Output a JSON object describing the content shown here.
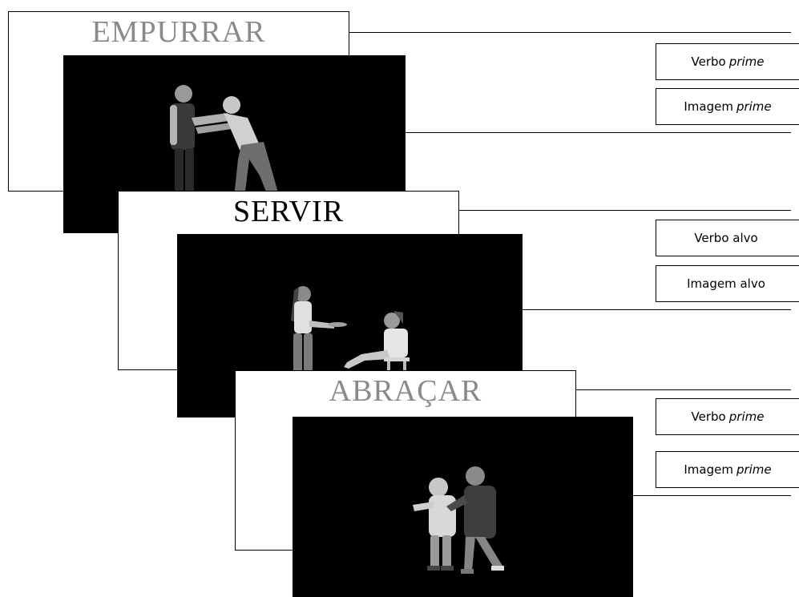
{
  "caption": "",
  "colors": {
    "prime_word": "#8a8a8a",
    "target_word": "#000000",
    "photo_background": "#000000",
    "border": "#000000"
  },
  "slides": [
    {
      "word": "EMPURRAR",
      "role": "prime",
      "photo_icon": "people-pushing-photo",
      "labels": [
        {
          "main": "Verbo",
          "emphasis": "prime"
        },
        {
          "main": "Imagem",
          "emphasis": "prime"
        }
      ]
    },
    {
      "word": "SERVIR",
      "role": "target",
      "photo_icon": "people-serving-photo",
      "labels": [
        {
          "main": "Verbo alvo",
          "emphasis": ""
        },
        {
          "main": "Imagem alvo",
          "emphasis": ""
        }
      ]
    },
    {
      "word": "ABRAÇAR",
      "role": "prime",
      "photo_icon": "people-hugging-photo",
      "labels": [
        {
          "main": "Verbo",
          "emphasis": "prime"
        },
        {
          "main": "Imagem",
          "emphasis": "prime"
        }
      ]
    }
  ]
}
